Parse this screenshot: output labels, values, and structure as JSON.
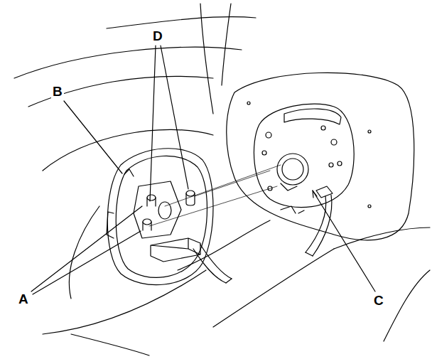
{
  "diagram": {
    "labels": [
      "D",
      "B",
      "A",
      "C"
    ]
  }
}
